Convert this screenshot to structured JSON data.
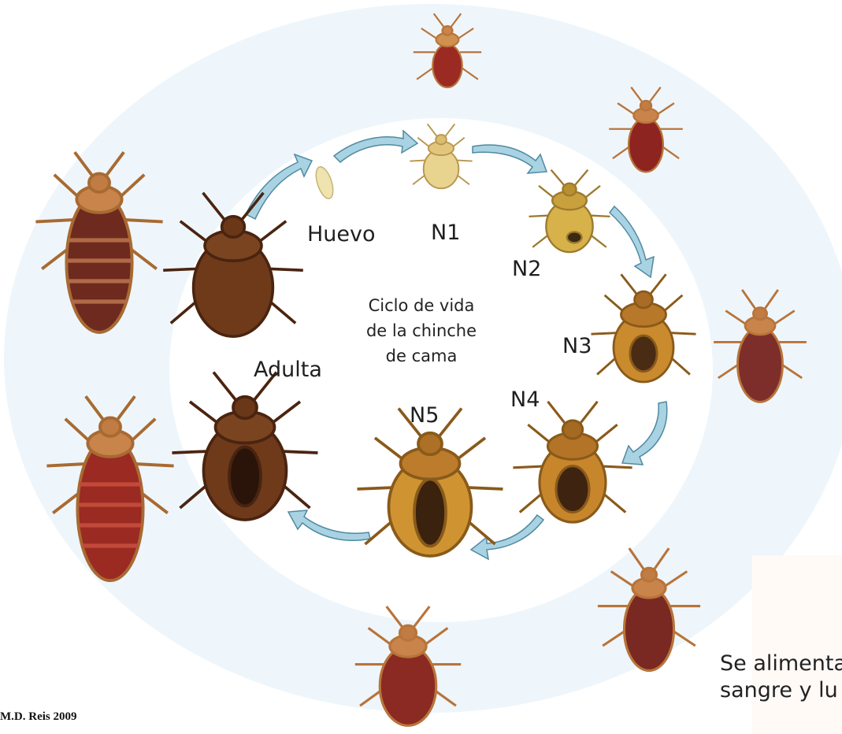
{
  "colors": {
    "outer_ring": "#f2f8fc",
    "arrow_fill": "#a9d3e2",
    "arrow_stroke": "#4f8aa2",
    "egg": "#efe3b0",
    "n1": "#e8d38f",
    "n2": "#d7b14a",
    "n3": "#c98b2e",
    "n4": "#c8862c",
    "n5": "#cf9431",
    "adult": "#6e3a1a",
    "fed_nymph": "#9a2a22",
    "fed_adult": "#8b2a20"
  },
  "stages": {
    "egg": "Huevo",
    "n1": "N1",
    "n2": "N2",
    "n3": "N3",
    "n4": "N4",
    "n5": "N5",
    "adult": "Adulta"
  },
  "title": {
    "line1": "Ciclo de vida",
    "line2": "de la chinche",
    "line3": "de cama"
  },
  "credit": "M.D. Reis 2009",
  "feeding_note": {
    "line1": "Se alimenta",
    "line2": "sangre y lu"
  }
}
